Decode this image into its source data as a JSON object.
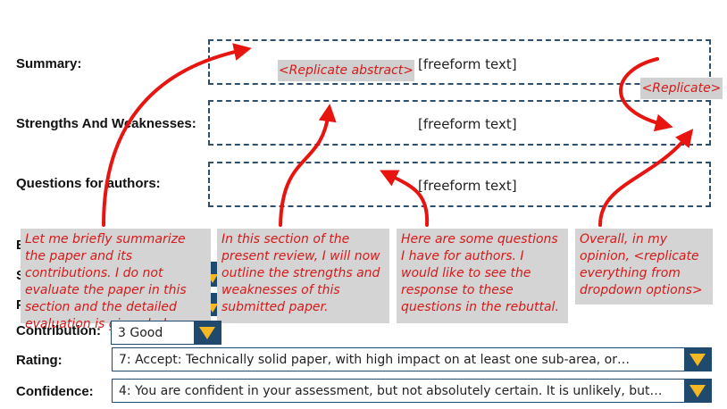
{
  "form": {
    "summary_label": "Summary:",
    "strengths_label": "Strengths And Weaknesses:",
    "questions_label": "Questions for authors:",
    "contribution_label": "Contribution:",
    "rating_label": "Rating:",
    "confidence_label": "Confidence:",
    "freeform_text": "[freeform text]",
    "contribution_value": "3 Good",
    "rating_value": "7: Accept: Technically solid paper, with high impact on at least one sub-area, or…",
    "confidence_value": "4: You are confident in your assessment, but not absolutely certain. It is unlikely, but…",
    "hidden_label_fragments": [
      "E",
      "S",
      "P"
    ]
  },
  "annotations": {
    "replicate_abstract": "<Replicate abstract>",
    "replicate": "<Replicate>",
    "callouts": [
      "Let me briefly summarize the paper and its contributions. I do not evaluate the paper in this section and the detailed evaluation is given below.",
      "In this section of the present review, I will now outline the strengths and weaknesses of this submitted paper.",
      "Here are some questions I have for  authors. I would like to see the response to these questions in the rebuttal.",
      "Overall, in my opinion, <replicate everything from dropdown options>"
    ]
  },
  "colors": {
    "arrow": "#e8140f",
    "annotation_text": "#d61a1a",
    "callout_bg": "#d4d4d4",
    "dropdown_btn": "#1f4a6d",
    "dropdown_triangle": "#f5b722",
    "dashed_border": "#2f4f6f"
  }
}
